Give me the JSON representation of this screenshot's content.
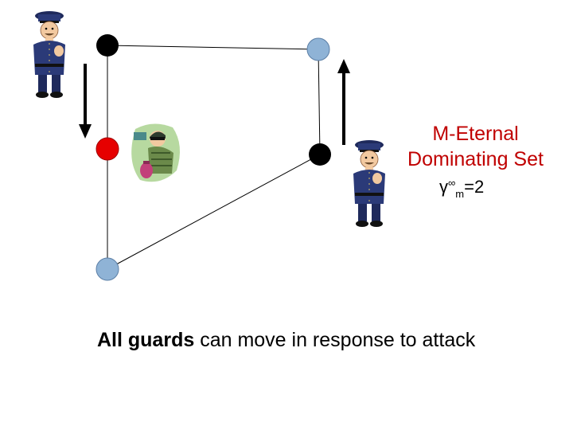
{
  "title": {
    "line1": "M-Eternal",
    "line2": "Dominating Set"
  },
  "parameter": {
    "symbol": "γ",
    "superscript": "∞",
    "subscript": "m",
    "value": "=2"
  },
  "caption": {
    "bold": "All guards",
    "rest": " can move in response to attack"
  },
  "colors": {
    "guard_vertex": "#000000",
    "attacked_vertex": "#e60000",
    "empty_vertex": "#8fb3d6",
    "title": "#c00000"
  },
  "icons": [
    "police-guard-icon",
    "police-guard-icon",
    "burglar-icon",
    "arrow-down-icon",
    "arrow-up-icon"
  ]
}
